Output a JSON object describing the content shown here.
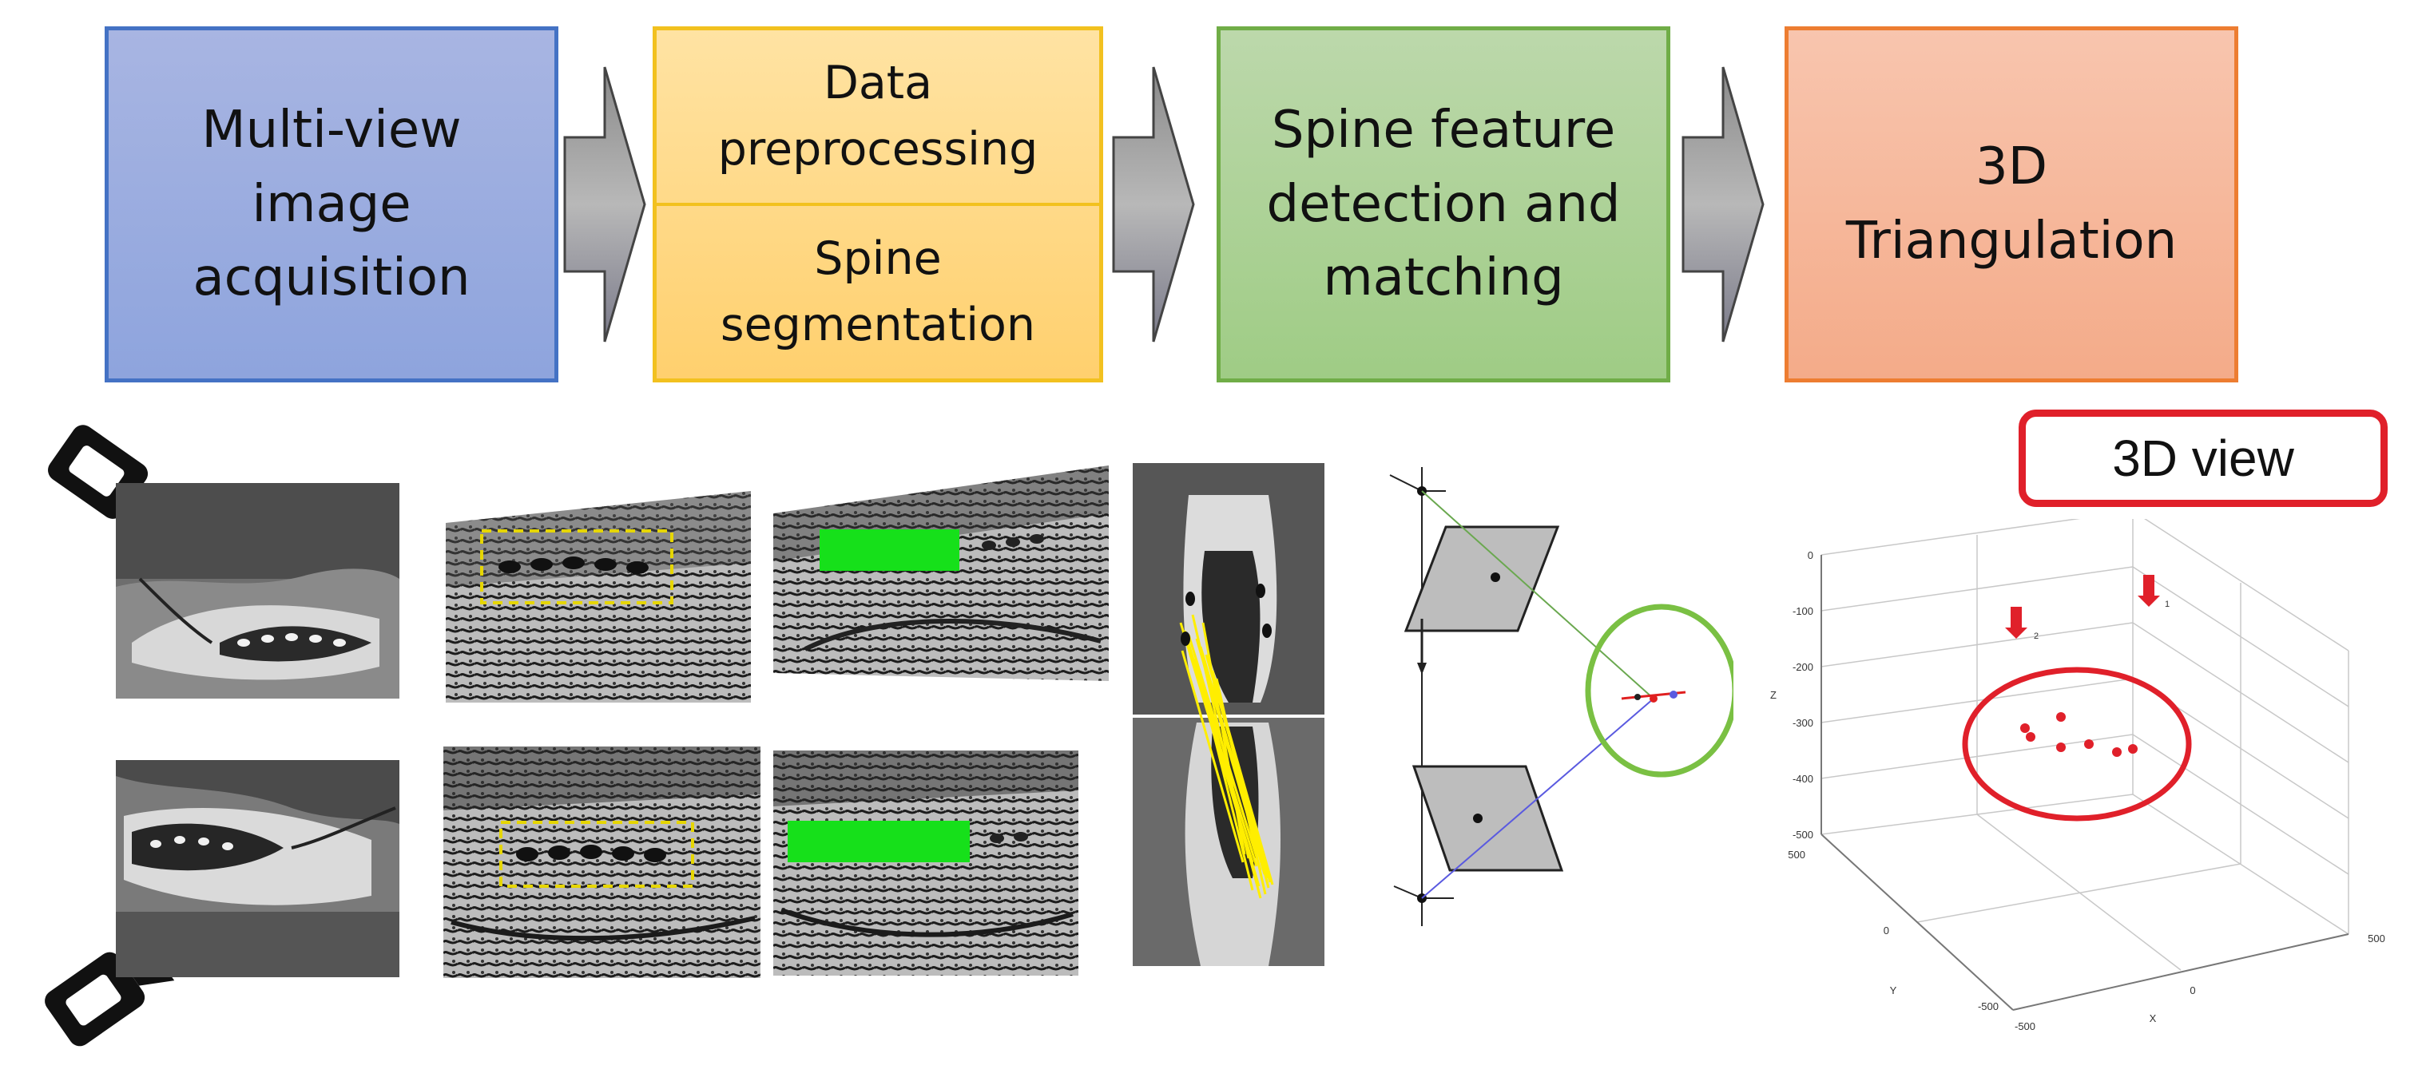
{
  "pipeline": {
    "step1": "Multi-view\nimage\nacquisition",
    "step2a": "Data\npreprocessing",
    "step2b": "Spine\nsegmentation",
    "step3": "Spine feature\ndetection and\nmatching",
    "step4": "3D\nTriangulation"
  },
  "view_label": "3D  view",
  "plot3d": {
    "z_ticks": [
      "0",
      "-100",
      "-200",
      "-300",
      "-400",
      "-500"
    ],
    "z_label": "Z",
    "y_ticks": [
      "500",
      "0",
      "-500"
    ],
    "y_label": "Y",
    "x_ticks": [
      "-500",
      "0",
      "500"
    ],
    "x_label": "X",
    "camera_labels": [
      "2",
      "1"
    ]
  },
  "colors": {
    "step1_border": "#4472c4",
    "step2_border": "#f2c11f",
    "step3_border": "#70ad47",
    "step4_border": "#ed7d31",
    "segmentation_green": "#16e01a",
    "match_lines_yellow": "#ffee00",
    "highlight_red": "#e0202a",
    "highlight_circle_green": "#7ac043"
  }
}
